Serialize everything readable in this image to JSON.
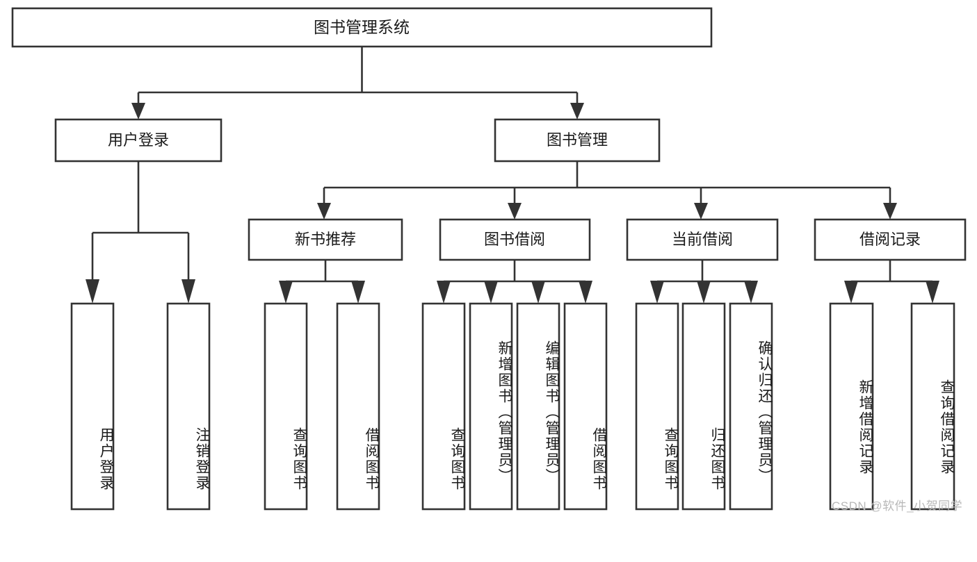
{
  "diagram": {
    "type": "tree-hierarchy-chart",
    "title": "图书管理系统",
    "colors": {
      "background": "#ffffff",
      "box_border": "#333333",
      "connector": "#333333",
      "text": "#1a1a1a",
      "watermark": "#b8b8b8"
    },
    "levels": {
      "root": {
        "label": "图书管理系统"
      },
      "level2": [
        {
          "id": "user-login",
          "label": "用户登录"
        },
        {
          "id": "book-management",
          "label": "图书管理"
        }
      ],
      "level3": [
        {
          "id": "new-book-recommend",
          "label": "新书推荐"
        },
        {
          "id": "book-borrow",
          "label": "图书借阅"
        },
        {
          "id": "current-borrow",
          "label": "当前借阅"
        },
        {
          "id": "borrow-record",
          "label": "借阅记录"
        }
      ],
      "leaves": {
        "user-login": [
          {
            "id": "leaf-user-login",
            "label": "用户登录"
          },
          {
            "id": "leaf-logout",
            "label": "注销登录"
          }
        ],
        "new-book-recommend": [
          {
            "id": "leaf-query-book-1",
            "label": "查询图书"
          },
          {
            "id": "leaf-borrow-book-1",
            "label": "借阅图书"
          }
        ],
        "book-borrow": [
          {
            "id": "leaf-query-book-2",
            "label": "查询图书"
          },
          {
            "id": "leaf-add-book",
            "label": "新增图书（管理员）"
          },
          {
            "id": "leaf-edit-book",
            "label": "编辑图书（管理员）"
          },
          {
            "id": "leaf-borrow-book-2",
            "label": "借阅图书"
          }
        ],
        "current-borrow": [
          {
            "id": "leaf-query-book-3",
            "label": "查询图书"
          },
          {
            "id": "leaf-return-book",
            "label": "归还图书"
          },
          {
            "id": "leaf-confirm-return",
            "label": "确认归还（管理员）"
          }
        ],
        "borrow-record": [
          {
            "id": "leaf-add-record",
            "label": "新增借阅记录"
          },
          {
            "id": "leaf-query-record",
            "label": "查询借阅记录"
          }
        ]
      }
    },
    "watermark": "CSDN @软件_小贺同学"
  }
}
